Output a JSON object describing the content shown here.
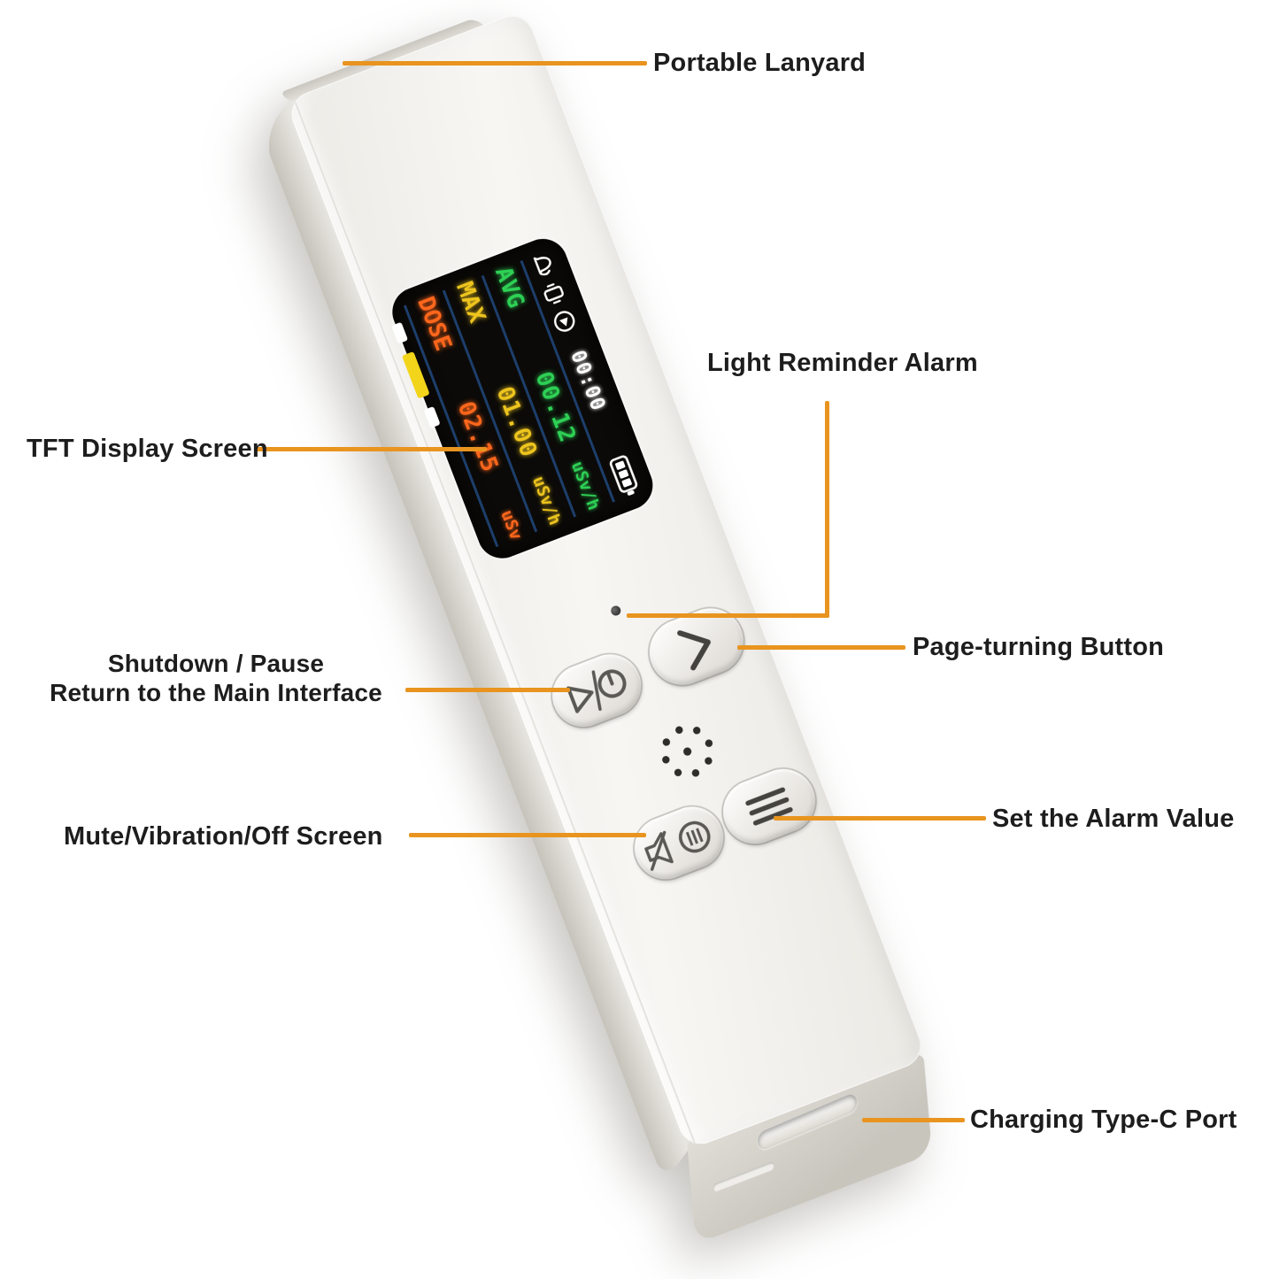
{
  "callouts": {
    "portable_lanyard": "Portable Lanyard",
    "tft_display": "TFT Display Screen",
    "light_reminder": "Light Reminder Alarm",
    "page_turning": "Page-turning Button",
    "shutdown_line1": "Shutdown / Pause",
    "shutdown_line2": "Return to the Main Interface",
    "mute": "Mute/Vibration/Off Screen",
    "set_alarm": "Set the Alarm Value",
    "charging": "Charging Type-C Port"
  },
  "device": {
    "screen": {
      "status_icons": [
        "alarm-sound-icon",
        "vibration-icon",
        "play-icon"
      ],
      "battery_icon": "battery-full-icon",
      "time": "00:00",
      "rows": [
        {
          "label": "AVG",
          "value": "00.12",
          "unit": "uSv/h",
          "color": "#2ed155"
        },
        {
          "label": "MAX",
          "value": "01.00",
          "unit": "uSv/h",
          "color": "#eec51e"
        },
        {
          "label": "DOSE",
          "value": "02.15",
          "unit": "uSv",
          "color": "#ff671c"
        }
      ],
      "level_dashes": [
        {
          "color": "#ffffff"
        },
        {
          "color": "#f2d41a"
        },
        {
          "color": "#ffffff"
        }
      ]
    },
    "button_icons": [
      "power-pause-icon",
      "next-page-icon",
      "mute-vibrate-icon",
      "menu-icon"
    ],
    "other_parts": [
      "alarm-led",
      "speaker-grille",
      "type-c-port",
      "lanyard-edge"
    ]
  },
  "colors": {
    "callout_line": "#e8941f",
    "screen_divider": "#1d3e6b"
  }
}
